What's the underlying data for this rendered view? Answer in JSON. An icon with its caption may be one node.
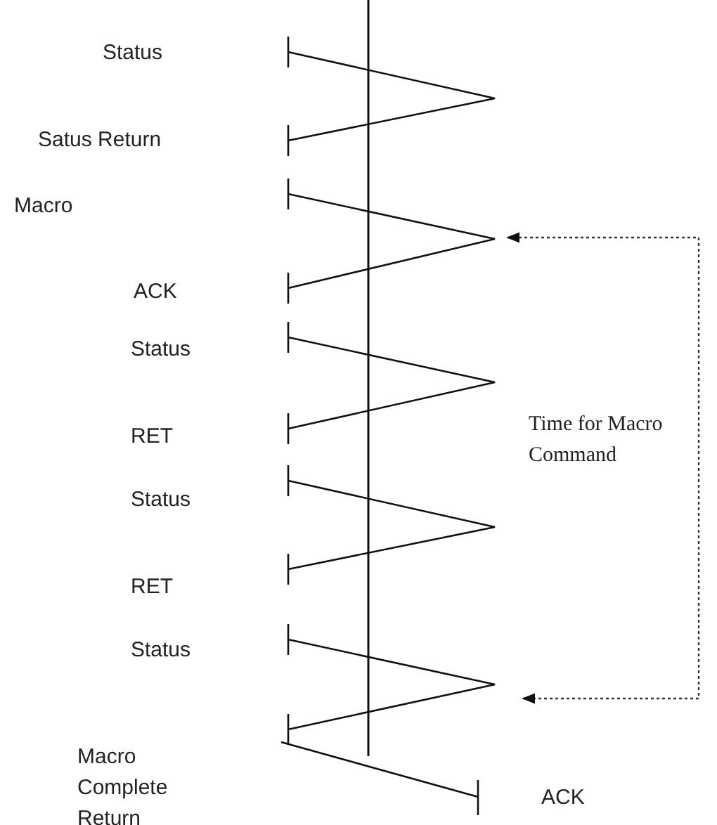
{
  "diagram": {
    "labels": [
      "Status",
      "Satus Return",
      "Macro",
      "ACK",
      "Status",
      "RET",
      "Status",
      "RET",
      "Status",
      "Macro Complete Return",
      "ACK",
      "Time for Macro Command"
    ]
  }
}
